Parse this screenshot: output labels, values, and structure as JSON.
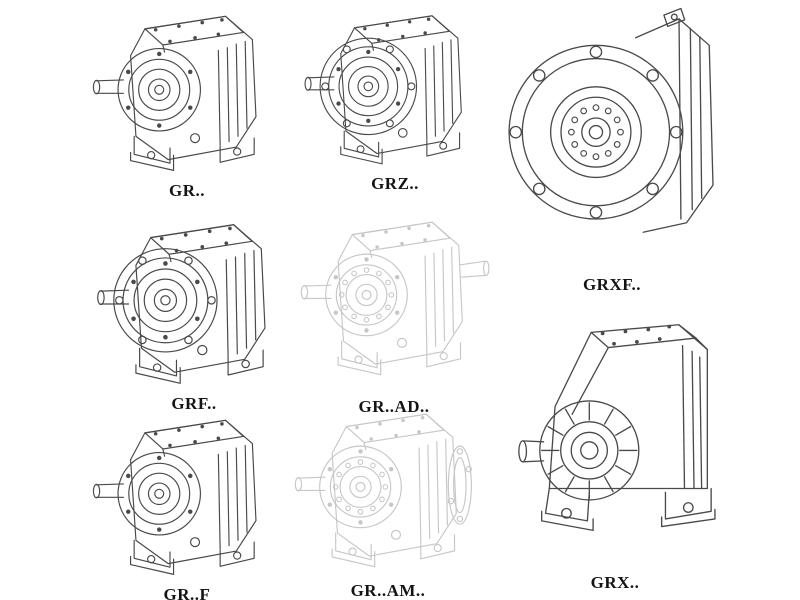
{
  "page": {
    "background": "#ffffff",
    "ink_color": "#4a4a4a",
    "ghost_color": "#c7c7c7",
    "label_color": "#141414",
    "description": "Catalog sheet of gear reducer series line drawings"
  },
  "figures": [
    {
      "id": "gr",
      "label": "GR..",
      "drawing": "foot-mounted-helical-gearbox",
      "style": "solid"
    },
    {
      "id": "grz",
      "label": "GRZ..",
      "drawing": "small-flange-helical-gearbox",
      "style": "solid"
    },
    {
      "id": "grxf",
      "label": "GRXF..",
      "drawing": "large-flange-front-view-gearbox",
      "style": "solid"
    },
    {
      "id": "grf",
      "label": "GRF..",
      "drawing": "flange-mounted-helical-gearbox",
      "style": "solid"
    },
    {
      "id": "gr-ad",
      "label": "GR..AD..",
      "drawing": "gearbox-with-input-shaft-adapter",
      "style": "ghost"
    },
    {
      "id": "gr-f",
      "label": "GR..F",
      "drawing": "foot-mounted-helical-gearbox",
      "style": "solid"
    },
    {
      "id": "gr-am",
      "label": "GR..AM..",
      "drawing": "gearbox-with-motor-adapter-flange",
      "style": "ghost"
    },
    {
      "id": "grx",
      "label": "GRX..",
      "drawing": "single-stage-foot-mounted-gearbox",
      "style": "solid"
    }
  ]
}
